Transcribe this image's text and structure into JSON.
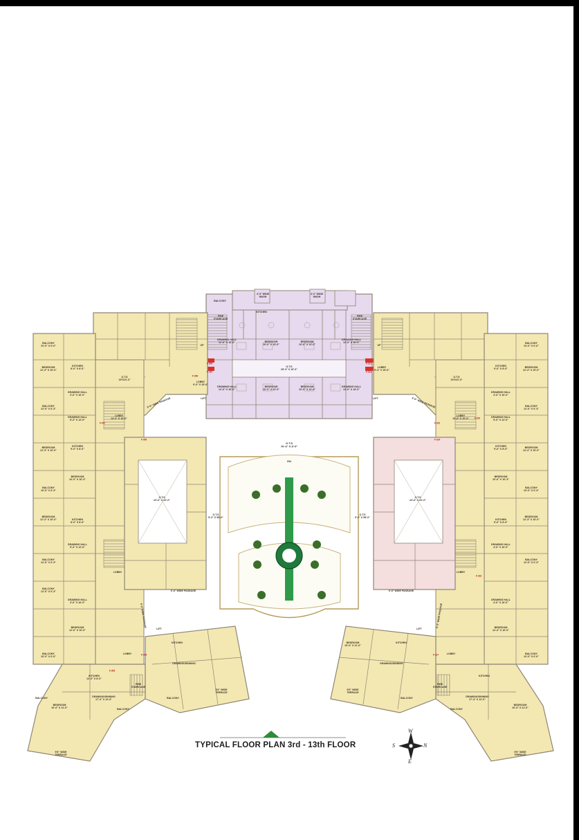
{
  "plan_title": "TYPICAL FLOOR PLAN 3rd - 13th FLOOR",
  "compass": {
    "n": "N",
    "s": "S",
    "e": "E",
    "w": "W"
  },
  "colors": {
    "yellow": "#f3e8b2",
    "lavender": "#e7d9ee",
    "pink": "#f4dede",
    "wall": "#9a8f78",
    "garden_green": "#1f7a3c",
    "title_marker": "#2f8a3a"
  },
  "center": {
    "dn": "DN",
    "ots_top": "O.T.S\n76'-6\" X 8'-0\"",
    "ots_left": "O.T.S\n5'-3\" X 58'-0\"",
    "ots_right": "O.T.S\n5'-3\" X 58'-0\""
  },
  "passages": {
    "left_upper": "5'-6\" WIDE PASSAGE",
    "right_upper": "5'-6\" WIDE PASSAGE",
    "left_lower": "6'-6\" WIDE PASSAGE",
    "right_lower": "6'-6\" WIDE PASSAGE",
    "left_vertical": "5'-3\" WIDE PASSAGE",
    "right_vertical": "5'-3\" WIDE PASSAGE"
  },
  "flat_tags": [
    "F-304",
    "F-305",
    "F-306",
    "F-307",
    "F-308",
    "F-309",
    "F-310",
    "F-311",
    "F-312",
    "F-313",
    "F-314",
    "F-315",
    "F-316",
    "F-317"
  ],
  "rooms": {
    "top_block": [
      "BALCONY",
      "KITCHEN",
      "DRAWING HALL\n12'-6\" X 16'-0\"",
      "BEDROOM\n10'-6\" X 13'-0\"",
      "BEDROOM\n10'-6\" X 13'-0\"",
      "DRAWING HALL\n12'-6\" X 16'-0\"",
      "O.T.S\n29'-3\" X 10'-0\"",
      "DRAWING HALL\n12'-6\" X 16'-0\"",
      "BEDROOM\n10'-0\" X 12'-0\"",
      "BEDROOM\n10'-0\" X 12'-0\"",
      "DRAWING HALL\n12'-6\" X 16'-0\"",
      "4'-0\" WIDE\nWASH",
      "4'-0\" WIDE\nWASH",
      "LOBBY\n9'-3\" X 15'-6\"",
      "LOBBY\n9'-0\" X 15'-6\"",
      "FIRE\nSTAIRCASE",
      "FIRE\nSTAIRCASE",
      "LIFT",
      "LIFT",
      "UP",
      "UP"
    ],
    "left_wing": [
      "BALCONY\n10'-0\" X 6'-6\"",
      "BEDROOM\n12'-3\" X 10'-0\"",
      "KITCHEN\n8'-0\" X 8'-6\"",
      "DRAWING HALL\n3'-6\" X 16'-0\"",
      "BALCONY\n12'-6\" X 6'-3\"",
      "DRAWING HALL\n8'-3\" X 12'-6\"",
      "BEDROOM\n12'-3\" X 10'-0\"",
      "KITCHEN\n9'-6\" X 8'-6\"",
      "BEDROOM\n10'-0\" X 10'-3\"",
      "BALCONY\n10'-0\" X 6'-3\"",
      "BEDROOM\n12'-3\" X 10'-0\"",
      "KITCHEN\n8'-0\" X 8'-6\"",
      "DRAWING HALL\n9'-3\" X 12'-6\"",
      "BALCONY\n12'-6\" X 6'-3\"",
      "BALCONY\n12'-6\" X 6'-3\"",
      "DRAWING HALL\n3'-6\" X 16'-0\"",
      "BEDROOM\n12'-6\" X 10'-0\"",
      "BALCONY\n10'-0\" X 6'-6\"",
      "O.T.S\n15'X10'-3\"",
      "LOBBY\n14'-3\" X 10'-0\"",
      "O.T.S\n23'-6\" X 22'-0\"",
      "LOBBY"
    ],
    "right_wing": [
      "BALCONY\n10'-0\" X 6'-6\"",
      "BEDROOM\n12'-3\" X 10'-0\"",
      "KITCHEN\n9'-0\" X 8'-6\"",
      "DRAWING HALL\n4'-6\" X 16'-0\"",
      "BALCONY\n12'-6\" X 6'-3\"",
      "DRAWING HALL\n9'-6\" X 12'-6\"",
      "BEDROOM\n12'-3\" X 10'-0\"",
      "KITCHEN\n9'-6\" X 8'-6\"",
      "BEDROOM\n10'-6\" X 10'-3\"",
      "BALCONY\n10'-0\" X 6'-3\"",
      "BEDROOM\n12'-3\" X 10'-0\"",
      "KITCHEN\n9'-6\" X 8'-6\"",
      "DRAWING HALL\n4'-6\" X 16'-0\"",
      "BALCONY\n12'-6\" X 6'-3\"",
      "DRAWING HALL\n4'-6\" X 16'-0\"",
      "BEDROOM\n12'-3\" X 10'-0\"",
      "BALCONY\n10'-0\" X 6'-6\"",
      "O.T.S\n15'X10'-3\"",
      "LOBBY\n13'-6\" X 10'-0\"",
      "O.T.S\n23'-6\" X 22'-0\"",
      "LOBBY"
    ],
    "bottom_left": [
      "BALCONY",
      "KITCHEN\n12'-0\" X 8'-0\"",
      "DRAWING/DINNING\n17'-3\" X 12'-6\"",
      "BEDROOM\n10'-6\" X 11'-0\"",
      "5'6\" WIDE\nTERRACE",
      "BALCONY",
      "LOBBY",
      "FIRE\nSTAIRCASE",
      "LIFT",
      "KITCHEN",
      "DRAWING/DINNING",
      "BALCONY",
      "5'6\" WIDE\nTERRACE"
    ],
    "bottom_right": [
      "BEDROOM\n10'-6\" X 11'-0\"",
      "5'6\" WIDE\nTERRACE",
      "DRAWING/DINNING",
      "KITCHEN",
      "BALCONY",
      "LIFT",
      "FIRE\nSTAIRCASE",
      "LOBBY",
      "KITCHEN",
      "DRAWING/DINNING\n17'-3\" X 12'-6\"",
      "BALCONY",
      "BEDROOM\n10'-6\" X 11'-0\"",
      "5'6\" WIDE\nTERRACE"
    ]
  }
}
